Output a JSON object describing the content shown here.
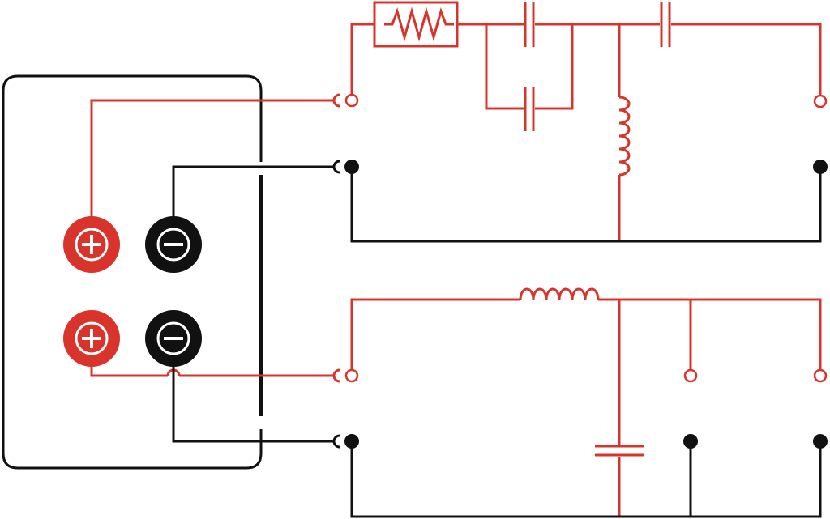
{
  "colors": {
    "positive": "#d9342b",
    "negative": "#111111",
    "background": "#ffffff"
  },
  "source": {
    "terminals": [
      {
        "polarity": "positive",
        "symbol": "+"
      },
      {
        "polarity": "negative",
        "symbol": "−"
      },
      {
        "polarity": "positive",
        "symbol": "+"
      },
      {
        "polarity": "negative",
        "symbol": "−"
      }
    ]
  },
  "circuits": {
    "upper": {
      "components": [
        "resistor-icon",
        "capacitor-icon",
        "capacitor-icon",
        "capacitor-icon",
        "inductor-icon"
      ]
    },
    "lower": {
      "components": [
        "inductor-icon",
        "capacitor-icon"
      ]
    }
  }
}
